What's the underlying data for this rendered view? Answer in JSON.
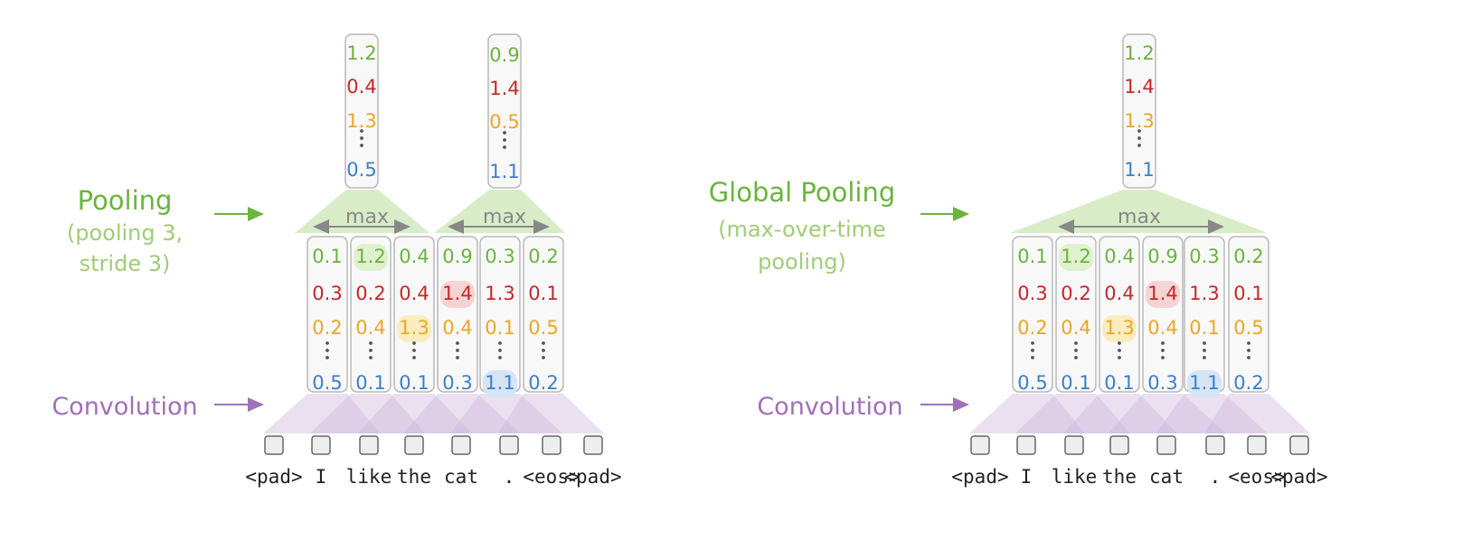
{
  "colors": {
    "green": "#6cb33f",
    "red": "#c62828",
    "yellow": "#e8a72a",
    "blue": "#3d7fcb",
    "purple": "#a070b8",
    "gray": "#888888",
    "box_border": "#b8b8b8",
    "box_fill": "#f8f8f8",
    "trap_fill": "#d8ecc8",
    "conv_fill": "#cdb4dc",
    "hl_green": "#dff0cf",
    "hl_red": "#f7d3d3",
    "hl_yellow": "#fbecc0",
    "hl_blue": "#d6e4f5"
  },
  "icons": {
    "ellipsis": "vertical-ellipsis"
  },
  "tokens": [
    "<pad>",
    "I",
    "like",
    "the",
    "cat",
    ".",
    "<eos>",
    "<pad>"
  ],
  "conv_columns": [
    [
      "0.1",
      "0.3",
      "0.2",
      "0.5"
    ],
    [
      "1.2",
      "0.2",
      "0.4",
      "0.1"
    ],
    [
      "0.4",
      "0.4",
      "1.3",
      "0.1"
    ],
    [
      "0.9",
      "1.4",
      "0.4",
      "0.3"
    ],
    [
      "0.3",
      "1.3",
      "0.1",
      "1.1"
    ],
    [
      "0.2",
      "0.1",
      "0.5",
      "0.2"
    ]
  ],
  "left": {
    "title": "Pooling",
    "subtitle_line1": "(pooling 3,",
    "subtitle_line2": "stride 3)",
    "conv_label": "Convolution",
    "max_label_1": "max",
    "max_label_2": "max",
    "pooled_1": [
      "1.2",
      "0.4",
      "1.3",
      "0.5"
    ],
    "pooled_2": [
      "0.9",
      "1.4",
      "0.5",
      "1.1"
    ]
  },
  "right": {
    "title": "Global Pooling",
    "subtitle_line1": "(max-over-time",
    "subtitle_line2": "pooling)",
    "conv_label": "Convolution",
    "max_label": "max",
    "pooled": [
      "1.2",
      "1.4",
      "1.3",
      "1.1"
    ]
  }
}
